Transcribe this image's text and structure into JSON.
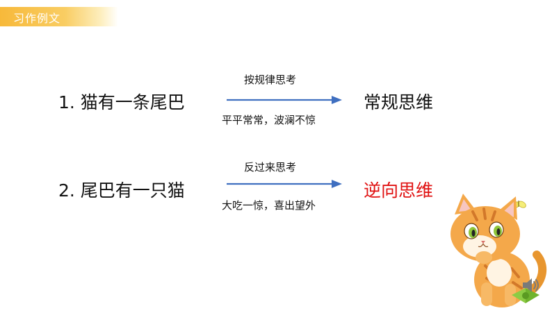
{
  "header": {
    "tag_label": "习作例文"
  },
  "rows": [
    {
      "left_text": "1. 猫有一条尾巴",
      "note_top": "按规律思考",
      "note_bottom": "平平常常，波澜不惊",
      "result": "常规思维",
      "result_color": "#111111"
    },
    {
      "left_text": "2.  尾巴有一只猫",
      "note_top": "反过来思考",
      "note_bottom": "大吃一惊，喜出望外",
      "result": "逆向思维",
      "result_color": "#e01010"
    }
  ],
  "colors": {
    "arrow": "#3f6fc0",
    "tag_gradient_start": "#f7b93a"
  },
  "icons": {
    "decoration": "cartoon-cat-icon",
    "audio": "speaker-icon"
  }
}
